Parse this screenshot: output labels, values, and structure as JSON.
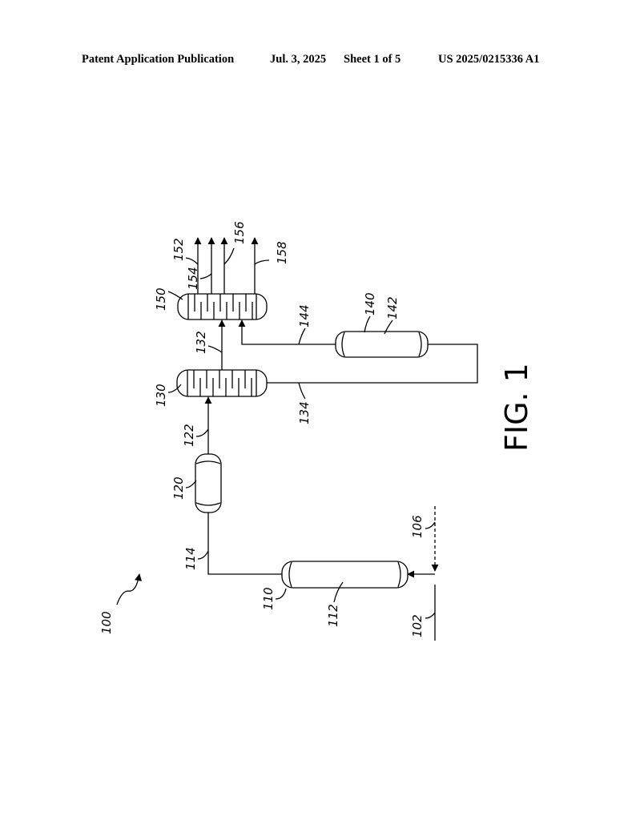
{
  "header": {
    "publication": "Patent Application Publication",
    "date": "Jul. 3, 2025",
    "sheet": "Sheet 1 of 5",
    "number": "US 2025/0215336 A1"
  },
  "figure": {
    "label": "FIG. 1",
    "refs": {
      "system": "100",
      "feed": "102",
      "aux_feed": "106",
      "reactor1": "110",
      "catalyst1": "112",
      "stream114": "114",
      "reactor2": "120",
      "stream122": "122",
      "sep1": "130",
      "stream132": "132",
      "stream134": "134",
      "reactor3": "140",
      "catalyst3": "142",
      "stream144": "144",
      "sep2": "150",
      "out152": "152",
      "out154": "154",
      "out156": "156",
      "out158": "158"
    }
  }
}
